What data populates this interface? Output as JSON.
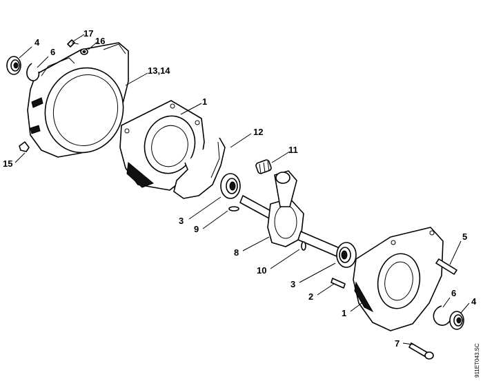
{
  "diagram": {
    "drawing_code": "911ET043.SC",
    "callouts": [
      {
        "id": "c-4-top",
        "text": "4"
      },
      {
        "id": "c-6-top",
        "text": "6"
      },
      {
        "id": "c-17",
        "text": "17"
      },
      {
        "id": "c-16",
        "text": "16"
      },
      {
        "id": "c-13-14",
        "text": "13,14"
      },
      {
        "id": "c-1-top",
        "text": "1"
      },
      {
        "id": "c-12",
        "text": "12"
      },
      {
        "id": "c-11",
        "text": "11"
      },
      {
        "id": "c-15",
        "text": "15"
      },
      {
        "id": "c-3-top",
        "text": "3"
      },
      {
        "id": "c-9",
        "text": "9"
      },
      {
        "id": "c-8",
        "text": "8"
      },
      {
        "id": "c-10",
        "text": "10"
      },
      {
        "id": "c-3-bottom",
        "text": "3"
      },
      {
        "id": "c-2",
        "text": "2"
      },
      {
        "id": "c-1-bottom",
        "text": "1"
      },
      {
        "id": "c-5",
        "text": "5"
      },
      {
        "id": "c-6-bottom",
        "text": "6"
      },
      {
        "id": "c-4-bottom",
        "text": "4"
      },
      {
        "id": "c-7",
        "text": "7"
      }
    ]
  }
}
